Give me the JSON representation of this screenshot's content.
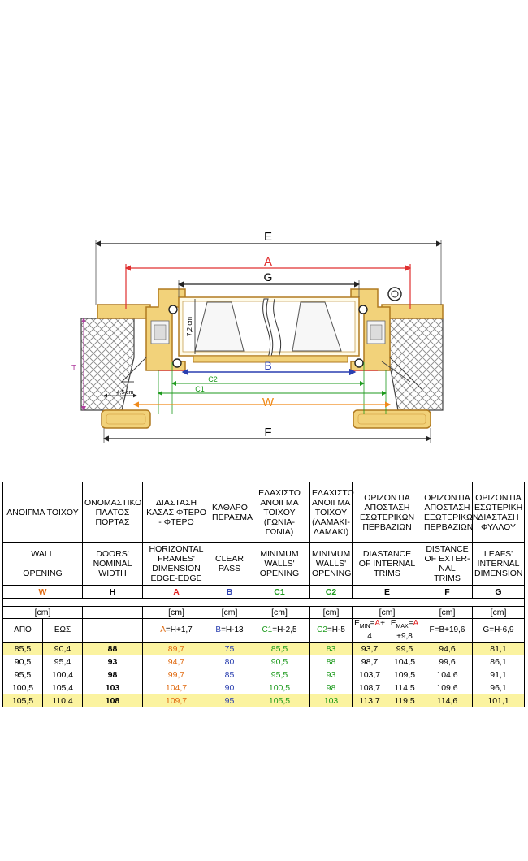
{
  "colors": {
    "wall_hatch": "#8a8a8a",
    "frame_wood": "#f2d27a",
    "frame_outline": "#b07a20",
    "dim_E": "#222222",
    "dim_A": "#e03030",
    "dim_G": "#222222",
    "dim_B": "#2a3fb0",
    "dim_C": "#1c9a1c",
    "dim_W": "#f08a1a",
    "dim_F": "#222222",
    "dim_T": "#b040a0",
    "highlight_row": "#fbf3a0"
  },
  "drawing": {
    "dim_E": "E",
    "dim_A": "A",
    "dim_G": "G",
    "dim_B": "B",
    "dim_C2": "C2",
    "dim_C1": "C1",
    "dim_W": "W",
    "dim_F": "F",
    "dim_T": "T",
    "leaf_thickness": "7,2 cm",
    "jamb_width": "4,5 cm"
  },
  "table": {
    "columns": [
      {
        "key": "W",
        "greek": "ΑΝΟΙΓΜΑ ΤΟΙΧΟΥ",
        "english": [
          "WALL",
          "OPENING"
        ],
        "letter": "W",
        "unit": "[cm]"
      },
      {
        "key": "H",
        "greek": "ΟΝΟΜΑΣΤΙΚΟ ΠΛΑΤΟΣ ΠΟΡΤΑΣ",
        "english": [
          "DOORS'",
          "NOMINAL",
          "WIDTH"
        ],
        "letter": "H",
        "unit": ""
      },
      {
        "key": "A",
        "greek": "ΔΙΑΣΤΑΣΗ ΚΑΣΑΣ ΦΤΕΡΟ - ΦΤΕΡΟ",
        "english": [
          "HORIZONTAL",
          "FRAMES'",
          "DIMENSION",
          "EDGE-EDGE"
        ],
        "letter": "A",
        "unit": "[cm]",
        "formula_prefix": "A",
        "formula_rest": "=H+1,7"
      },
      {
        "key": "B",
        "greek": "ΚΑΘΑΡΟ ΠΕΡΑΣΜΑ",
        "english": [
          "CLEAR",
          "PASS"
        ],
        "letter": "B",
        "unit": "[cm]",
        "formula_prefix": "B",
        "formula_rest": "=H-13"
      },
      {
        "key": "C1",
        "greek": "ΕΛΑΧΙΣΤΟ ΑΝΟΙΓΜΑ ΤΟΙΧΟΥ (ΓΩΝΙΑ-ΓΩΝΙΑ)",
        "english": [
          "MINIMUM",
          "WALLS'",
          "OPENING"
        ],
        "letter": "C1",
        "unit": "[cm]",
        "formula_prefix": "C1",
        "formula_rest": "=H-2,5"
      },
      {
        "key": "C2",
        "greek": "ΕΛΑΧΙΣΤΟ ΑΝΟΙΓΜΑ ΤΟΙΧΟΥ (ΛΑΜΑΚΙ-ΛΑΜΑΚΙ)",
        "english": [
          "MINIMUM",
          "WALLS'",
          "OPENING"
        ],
        "letter": "C2",
        "unit": "[cm]",
        "formula_prefix": "C2",
        "formula_rest": "=H-5"
      },
      {
        "key": "E",
        "greek": "ΟΡΙΖΟΝΤΙΑ ΑΠΟΣΤΑΣΗ ΕΣΩΤΕΡΙΚΩΝ ΠΕΡΒΑΖΙΩΝ",
        "english": [
          "DIASTANCE",
          "OF INTERNAL",
          "TRIMS"
        ],
        "letter": "E",
        "unit": "[cm]",
        "formula_min_label": "E",
        "formula_min_sub": "MIN",
        "formula_min_eq": "=",
        "formula_min_a": "A",
        "formula_min_rest": "+",
        "formula_min_val": "4",
        "formula_max_label": "E",
        "formula_max_sub": "MAX",
        "formula_max_eq": "=",
        "formula_max_a": "A",
        "formula_max_val": "+9,8"
      },
      {
        "key": "F",
        "greek": "ΟΡΙΖΟΝΤΙΑ ΑΠΟΣΤΑΣΗ ΕΞΩΤΕΡΙΚΩΝ ΠΕΡΒΑΖΙΩΝ",
        "english": [
          "DISTANCE",
          "OF EXTER-",
          "NAL",
          "TRIMS"
        ],
        "letter": "F",
        "unit": "[cm]",
        "formula": "F=B+19,6"
      },
      {
        "key": "G",
        "greek": "ΟΡΙΖΟΝΤΙΑ ΕΣΩΤΕΡΙΚΗ ΔΙΑΣΤΑΣΗ ΦΥΛΛΟΥ",
        "english": [
          "LEAFS'",
          "INTERNAL",
          "DIMENSION"
        ],
        "letter": "G",
        "unit": "[cm]",
        "formula": "G=H-6,9"
      }
    ],
    "from_label": "ΑΠΟ",
    "to_label": "ΕΩΣ",
    "rows": [
      {
        "from": "85,5",
        "to": "90,4",
        "H": "88",
        "A": "89,7",
        "B": "75",
        "C1": "85,5",
        "C2": "83",
        "Emin": "93,7",
        "Emax": "99,5",
        "F": "94,6",
        "G": "81,1",
        "highlight": true
      },
      {
        "from": "90,5",
        "to": "95,4",
        "H": "93",
        "A": "94,7",
        "B": "80",
        "C1": "90,5",
        "C2": "88",
        "Emin": "98,7",
        "Emax": "104,5",
        "F": "99,6",
        "G": "86,1",
        "highlight": false
      },
      {
        "from": "95,5",
        "to": "100,4",
        "H": "98",
        "A": "99,7",
        "B": "85",
        "C1": "95,5",
        "C2": "93",
        "Emin": "103,7",
        "Emax": "109,5",
        "F": "104,6",
        "G": "91,1",
        "highlight": false
      },
      {
        "from": "100,5",
        "to": "105,4",
        "H": "103",
        "A": "104,7",
        "B": "90",
        "C1": "100,5",
        "C2": "98",
        "Emin": "108,7",
        "Emax": "114,5",
        "F": "109,6",
        "G": "96,1",
        "highlight": false
      },
      {
        "from": "105,5",
        "to": "110,4",
        "H": "108",
        "A": "109,7",
        "B": "95",
        "C1": "105,5",
        "C2": "103",
        "Emin": "113,7",
        "Emax": "119,5",
        "F": "114,6",
        "G": "101,1",
        "highlight": true
      }
    ]
  }
}
